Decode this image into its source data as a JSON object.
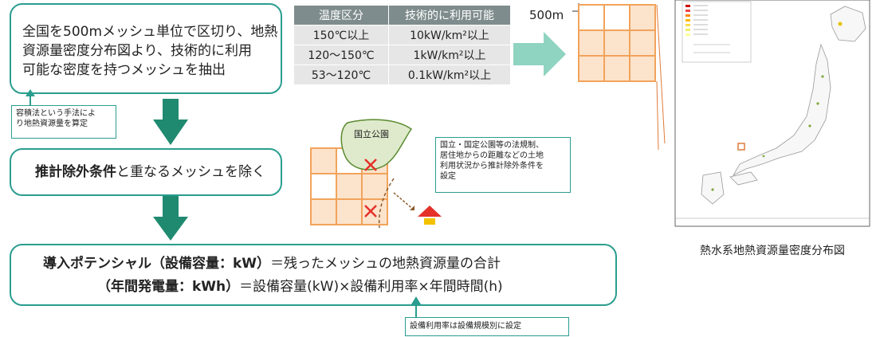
{
  "colors": {
    "teal": "#2a9d8f",
    "arrow": "#1f8a70",
    "orange": "#f2a35b",
    "orange_fill": "#fce3cc",
    "red": "#e5312a",
    "park_green": "#dfeacc"
  },
  "step1": {
    "line1": "全国を500mメッシュ単位で区切り、地熱",
    "line2": "資源量密度分布図より、技術的に利用",
    "line3": "可能な密度を持つメッシュを抽出"
  },
  "note1": {
    "line1": "容積法という手法によ",
    "line2": "り地熱資源量を算定"
  },
  "table": {
    "headers": [
      "温度区分",
      "技術的に利用可能"
    ],
    "rows": [
      [
        "150℃以上",
        "10kW/km²以上"
      ],
      [
        "120～150℃",
        "1kW/km²以上"
      ],
      [
        "53～120℃",
        "0.1kW/km²以上"
      ]
    ]
  },
  "grid_label": "500m",
  "map_caption": "熱水系地熱資源量密度分布図",
  "step2": {
    "bold": "推計除外条件",
    "rest": "と重なるメッシュを除く"
  },
  "park_label": "国立公園",
  "note2": {
    "line1": "国立・国定公園等の法規制、",
    "line2": "居住地からの距離などの土地",
    "line3": "利用状況から推計除外条件を",
    "line4": "設定"
  },
  "step3": {
    "line1_bold": "導入ポテンシャル（設備容量：kW）",
    "line1_rest": "＝残ったメッシュの地熱資源量の合計",
    "line2_bold": "（年間発電量：kWh）",
    "line2_rest": "＝設備容量(kW)×設備利用率×年間時間(h)"
  },
  "note3": "設備利用率は設備規模別に設定"
}
